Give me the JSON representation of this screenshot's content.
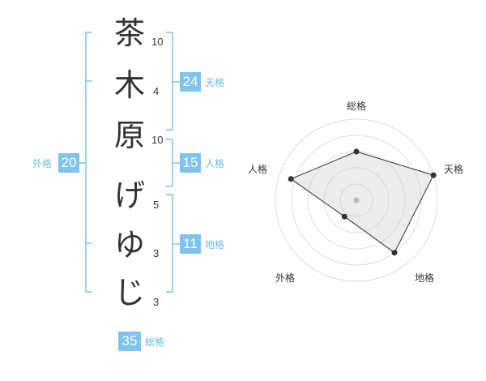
{
  "name_chars": [
    {
      "char": "茶",
      "strokes": "10"
    },
    {
      "char": "木",
      "strokes": "4"
    },
    {
      "char": "原",
      "strokes": "10"
    },
    {
      "char": "げ",
      "strokes": "5"
    },
    {
      "char": "ゆ",
      "strokes": "3"
    },
    {
      "char": "じ",
      "strokes": "3"
    }
  ],
  "fortune": {
    "tenkaku": {
      "label": "天格",
      "value": "24"
    },
    "jinkaku": {
      "label": "人格",
      "value": "15"
    },
    "chikaku": {
      "label": "地格",
      "value": "11"
    },
    "gaikaku": {
      "label": "外格",
      "value": "20"
    },
    "soukaku": {
      "label": "総格",
      "value": "35"
    }
  },
  "colors": {
    "accent": "#7fc4ee",
    "accent_text": "#6fb8e8",
    "text": "#333333"
  },
  "chart_data": {
    "type": "radar",
    "axes": [
      "総格",
      "天格",
      "地格",
      "外格",
      "人格"
    ],
    "values": [
      0.6,
      1.0,
      0.8,
      0.25,
      0.85
    ],
    "rings": 5
  }
}
